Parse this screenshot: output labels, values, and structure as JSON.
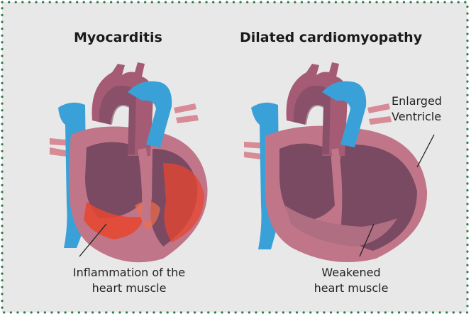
{
  "left_panel": {
    "title": "Myocarditis",
    "label_line1": "Inflammation of the",
    "label_line2": "heart muscle"
  },
  "right_panel": {
    "title": "Dilated cardiomyopathy",
    "enlarged_line1": "Enlarged",
    "enlarged_line2": "Ventricle",
    "weak_line1": "Weakened",
    "weak_line2": "heart muscle"
  },
  "colors": {
    "background": "#e8e8e8",
    "border_dots": "#2e7d4f",
    "heart_muscle": "#c07688",
    "heart_inner": "#7a4a63",
    "vessel_blue": "#3aa0d8",
    "inflammation": "#e8452e"
  }
}
